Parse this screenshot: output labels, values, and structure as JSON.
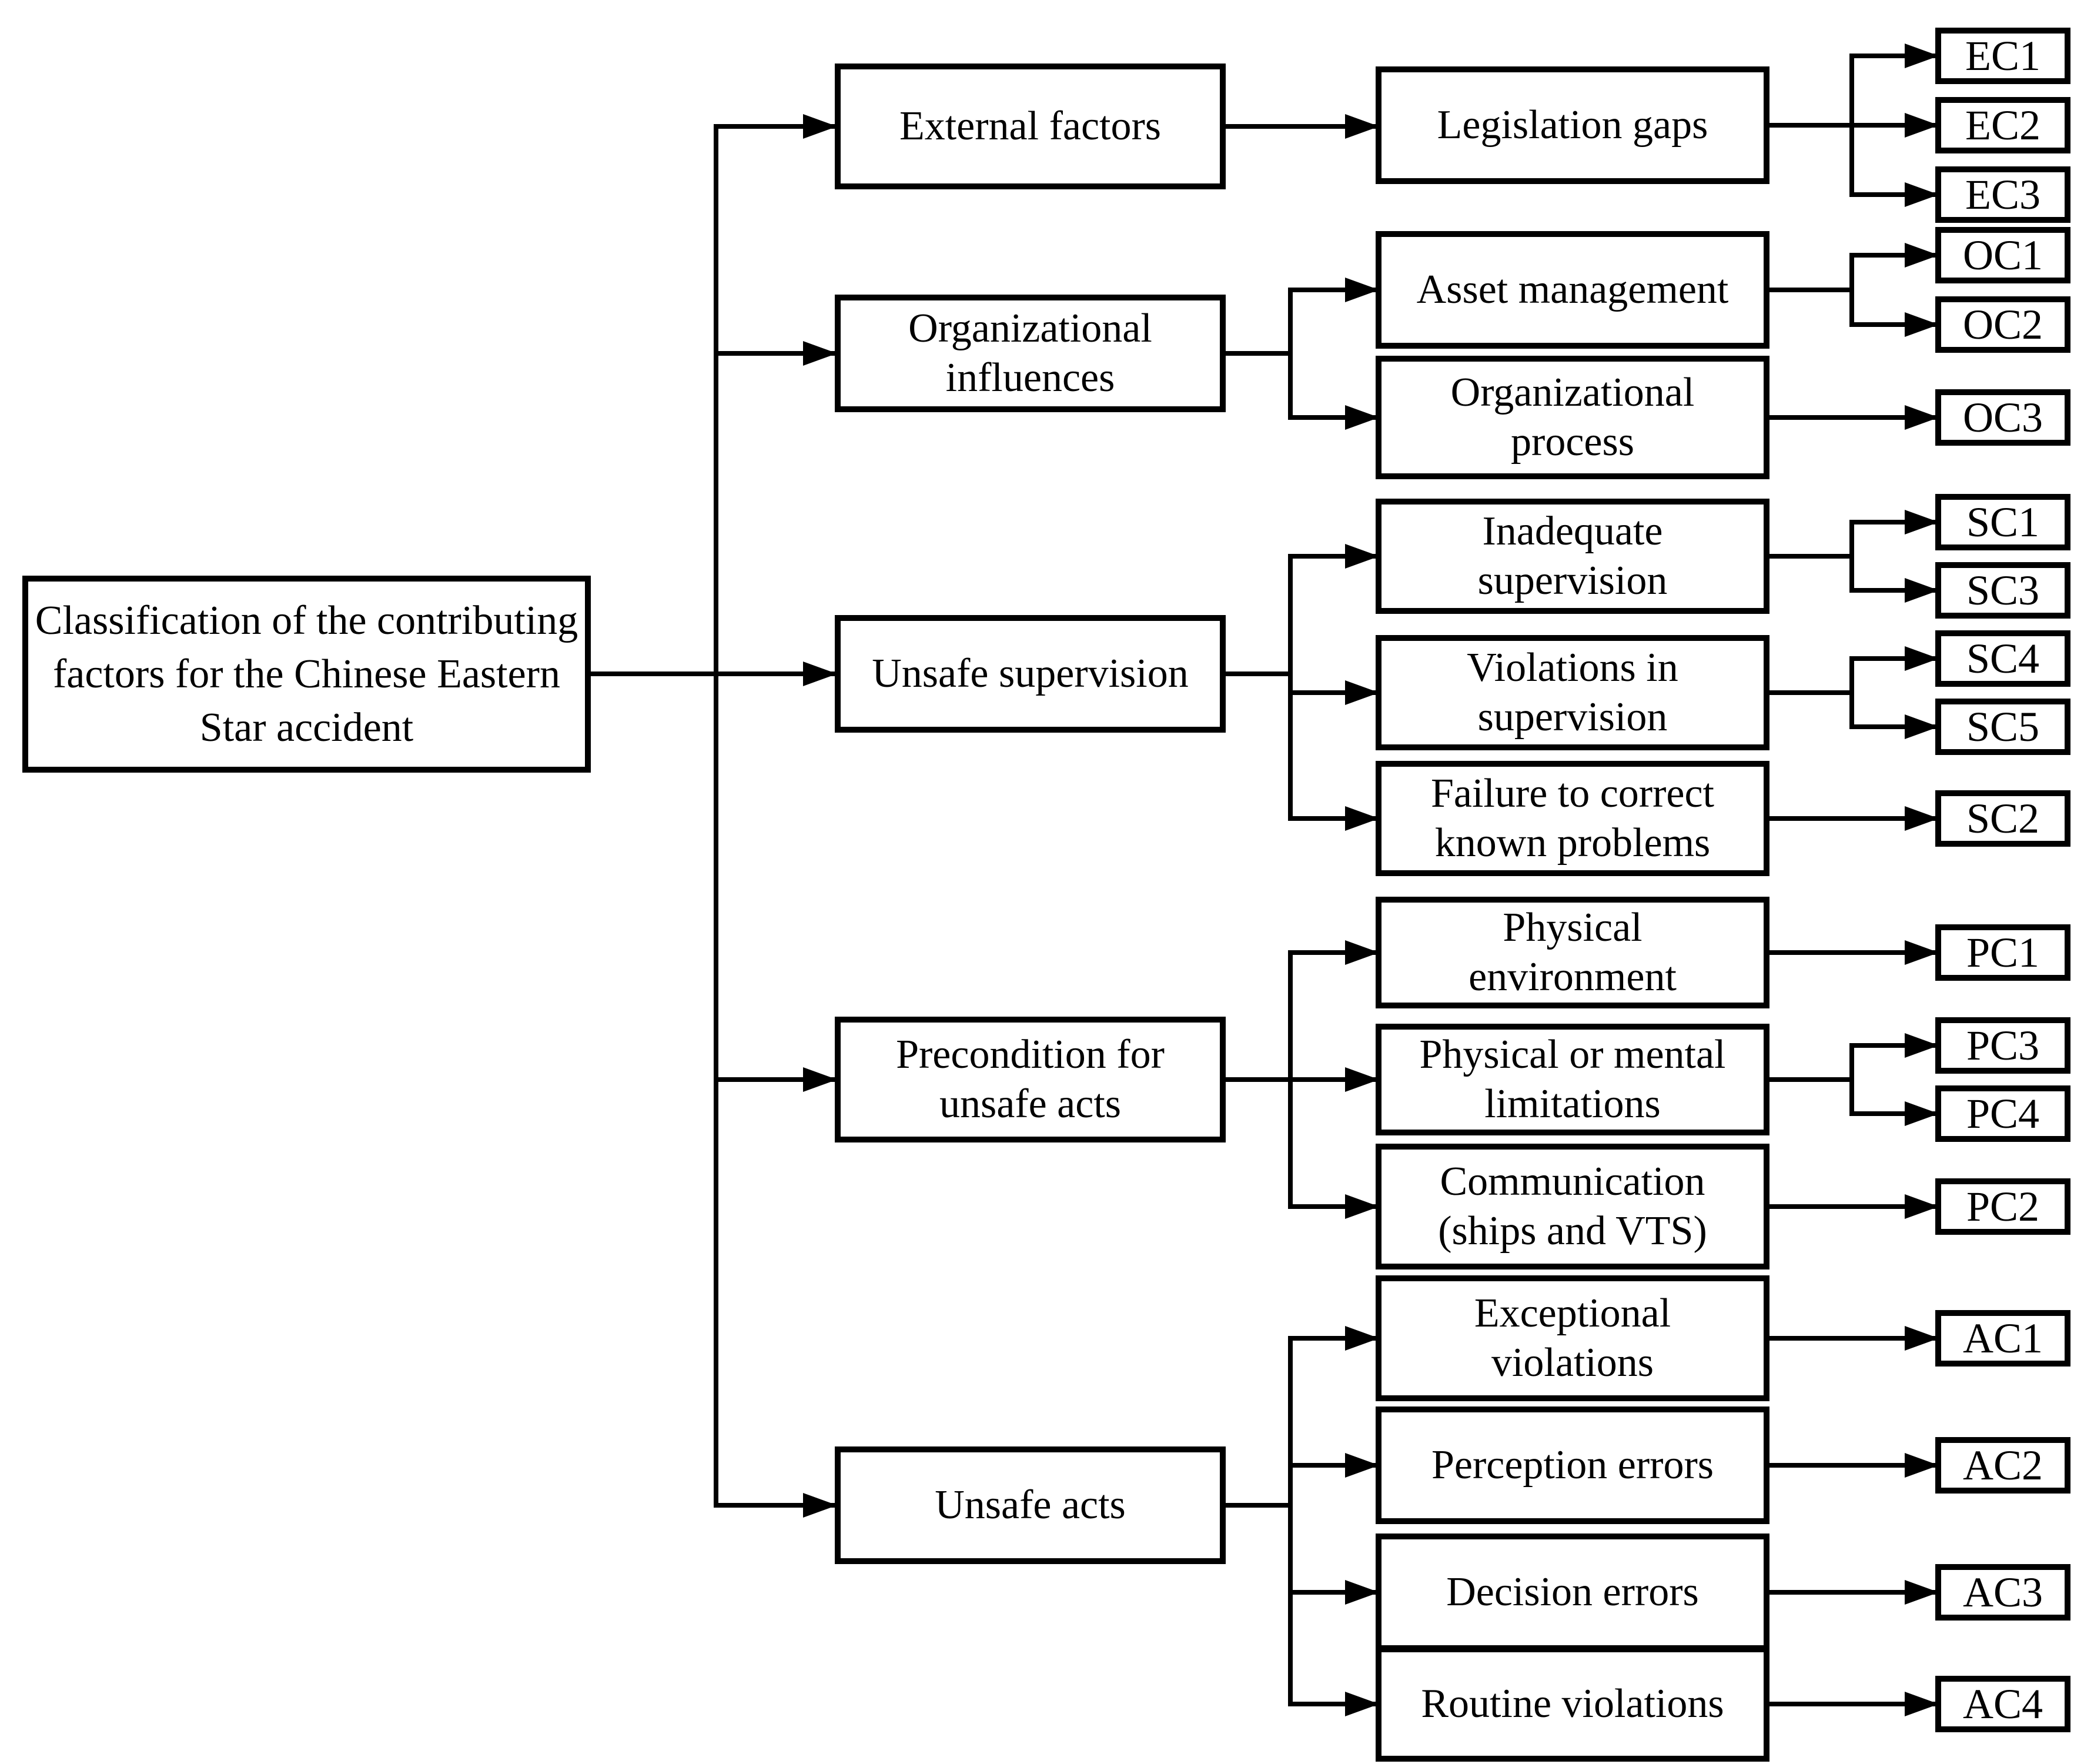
{
  "diagram": {
    "root": {
      "label": "Classification of the contributing factors for the Chinese Eastern Star accident"
    },
    "level1": [
      {
        "id": "external-factors",
        "label": "External factors"
      },
      {
        "id": "organizational-influences",
        "label": "Organizational influences"
      },
      {
        "id": "unsafe-supervision",
        "label": "Unsafe supervision"
      },
      {
        "id": "precondition-for-unsafe-acts",
        "label": "Precondition for unsafe acts"
      },
      {
        "id": "unsafe-acts",
        "label": "Unsafe acts"
      }
    ],
    "level2": [
      {
        "id": "legislation-gaps",
        "label": "Legislation gaps",
        "parent": "External factors",
        "children": [
          "EC1",
          "EC2",
          "EC3"
        ]
      },
      {
        "id": "asset-management",
        "label": "Asset management",
        "parent": "Organizational influences",
        "children": [
          "OC1",
          "OC2"
        ]
      },
      {
        "id": "organizational-process",
        "label": "Organizational process",
        "parent": "Organizational influences",
        "children": [
          "OC3"
        ]
      },
      {
        "id": "inadequate-supervision",
        "label": "Inadequate supervision",
        "parent": "Unsafe supervision",
        "children": [
          "SC1",
          "SC3"
        ]
      },
      {
        "id": "violations-in-supervision",
        "label": "Violations in supervision",
        "parent": "Unsafe supervision",
        "children": [
          "SC4",
          "SC5"
        ]
      },
      {
        "id": "failure-to-correct-known-problems",
        "label": "Failure to correct known problems",
        "parent": "Unsafe supervision",
        "children": [
          "SC2"
        ]
      },
      {
        "id": "physical-environment",
        "label": "Physical environment",
        "parent": "Precondition for unsafe acts",
        "children": [
          "PC1"
        ]
      },
      {
        "id": "physical-or-mental-limitations",
        "label": "Physical or mental limitations",
        "parent": "Precondition for unsafe acts",
        "children": [
          "PC3",
          "PC4"
        ]
      },
      {
        "id": "communication-ships-and-vts",
        "label": "Communication (ships and VTS)",
        "parent": "Precondition for unsafe acts",
        "children": [
          "PC2"
        ]
      },
      {
        "id": "exceptional-violations",
        "label": "Exceptional violations",
        "parent": "Unsafe acts",
        "children": [
          "AC1"
        ]
      },
      {
        "id": "perception-errors",
        "label": "Perception errors",
        "parent": "Unsafe acts",
        "children": [
          "AC2"
        ]
      },
      {
        "id": "decision-errors",
        "label": "Decision errors",
        "parent": "Unsafe acts",
        "children": [
          "AC3"
        ]
      },
      {
        "id": "routine-violations",
        "label": "Routine violations",
        "parent": "Unsafe acts",
        "children": [
          "AC4"
        ]
      }
    ],
    "leaves": [
      {
        "code": "EC1",
        "parent": "Legislation gaps"
      },
      {
        "code": "EC2",
        "parent": "Legislation gaps"
      },
      {
        "code": "EC3",
        "parent": "Legislation gaps"
      },
      {
        "code": "OC1",
        "parent": "Asset management"
      },
      {
        "code": "OC2",
        "parent": "Asset management"
      },
      {
        "code": "OC3",
        "parent": "Organizational process"
      },
      {
        "code": "SC1",
        "parent": "Inadequate supervision"
      },
      {
        "code": "SC3",
        "parent": "Inadequate supervision"
      },
      {
        "code": "SC4",
        "parent": "Violations in supervision"
      },
      {
        "code": "SC5",
        "parent": "Violations in supervision"
      },
      {
        "code": "SC2",
        "parent": "Failure to correct known problems"
      },
      {
        "code": "PC1",
        "parent": "Physical environment"
      },
      {
        "code": "PC3",
        "parent": "Physical or mental limitations"
      },
      {
        "code": "PC4",
        "parent": "Physical or mental limitations"
      },
      {
        "code": "PC2",
        "parent": "Communication (ships and VTS)"
      },
      {
        "code": "AC1",
        "parent": "Exceptional violations"
      },
      {
        "code": "AC2",
        "parent": "Perception errors"
      },
      {
        "code": "AC3",
        "parent": "Decision errors"
      },
      {
        "code": "AC4",
        "parent": "Routine violations"
      }
    ],
    "colors": {
      "line": "#000000",
      "box_border": "#000000",
      "background": "#ffffff",
      "text": "#000000"
    }
  }
}
